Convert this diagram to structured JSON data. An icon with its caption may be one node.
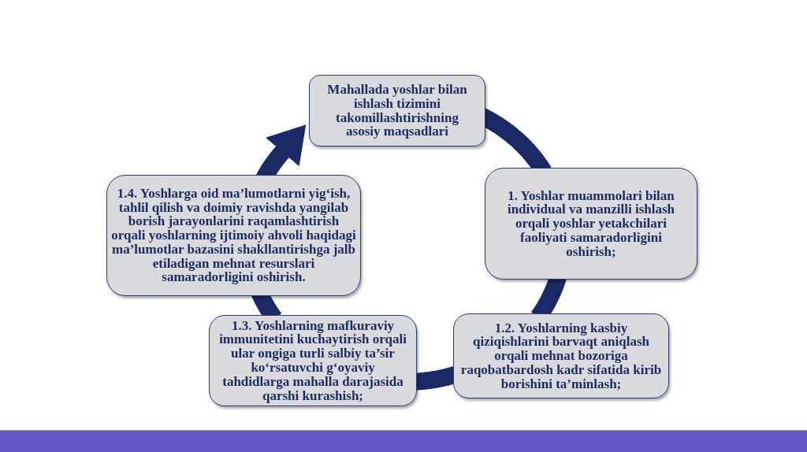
{
  "diagram": {
    "nodes": [
      {
        "text": [
          "Mahallada yoshlar bilan ishlash tizimini takomillashtirishning asosiy maqsadlari"
        ]
      },
      {
        "text": [
          "1. Yoshlar muammolari bilan individual va manzilli ishlash orqali yoshlar yetakchilari faoliyati samaradorligini oshirish;"
        ]
      },
      {
        "text": [
          "1.2. Yoshlarning kasbiy qiziqishlarini barvaqt aniqlash orqali mehnat bozoriga raqobatbardosh kadr sifatida kirib borishini ta’minlash;"
        ]
      },
      {
        "text": [
          "1.3. Yoshlarning mafkuraviy immunitetini kuchaytirish orqali ular ongiga turli salbiy ta’sir ko‘rsatuvchi g‘oyaviy tahdidlarga mahalla darajasida qarshi kurashish;"
        ]
      },
      {
        "text": [
          "1.4. Yoshlarga oid ma’lumotlarni yig‘ish, tahlil qilish va doimiy ravishda yangilab borish jarayonlarini raqamlashtirish orqali yoshlarning ijtimoiy ahvoli haqidagi ma’lumotlar bazasini shakllantirishga jalb etiladigan mehnat resurslari samaradorligini oshirish."
        ]
      }
    ],
    "edges": [
      {
        "from": 0,
        "to": 1,
        "arrow": "none"
      },
      {
        "from": 1,
        "to": 2,
        "arrow": "none"
      },
      {
        "from": 2,
        "to": 3,
        "arrow": "none"
      },
      {
        "from": 3,
        "to": 4,
        "arrow": "none"
      },
      {
        "from": 4,
        "to": 0,
        "arrow": "to"
      }
    ]
  }
}
